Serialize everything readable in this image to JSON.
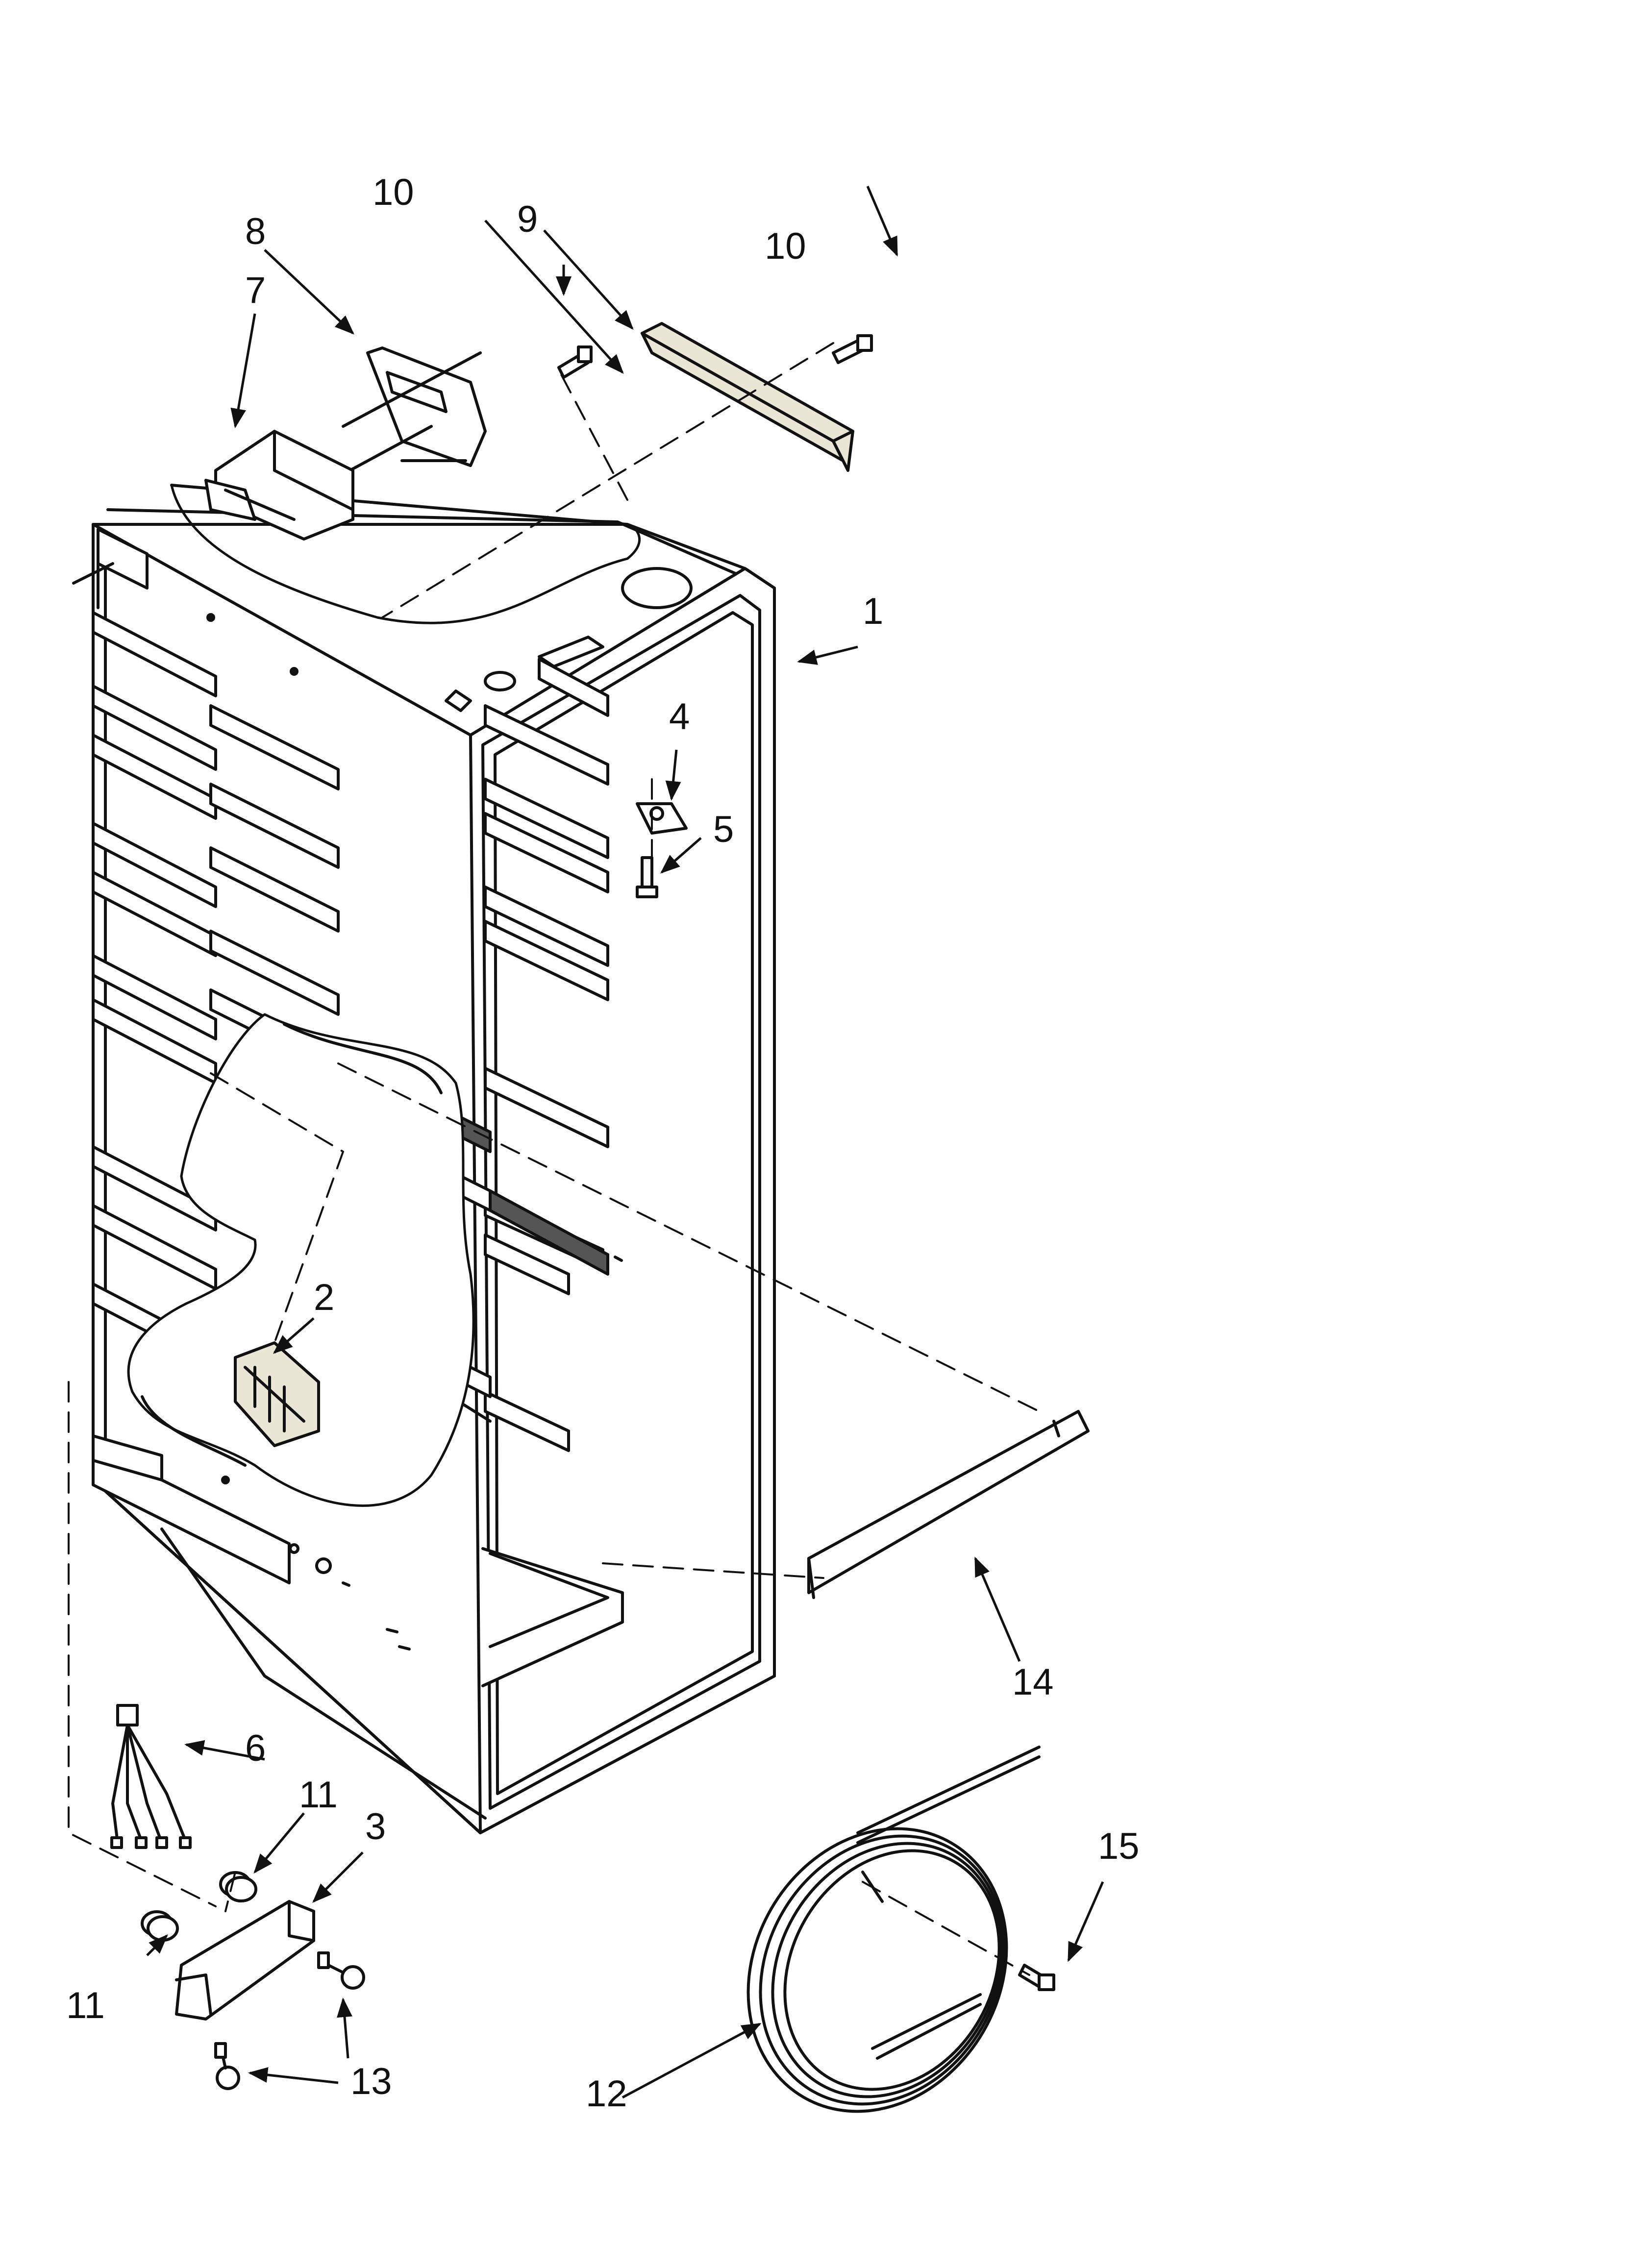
{
  "diagram": {
    "callouts": [
      {
        "id": "c1",
        "label": "1"
      },
      {
        "id": "c2",
        "label": "2"
      },
      {
        "id": "c3",
        "label": "3"
      },
      {
        "id": "c4",
        "label": "4"
      },
      {
        "id": "c5",
        "label": "5"
      },
      {
        "id": "c6",
        "label": "6"
      },
      {
        "id": "c7",
        "label": "7"
      },
      {
        "id": "c8",
        "label": "8"
      },
      {
        "id": "c9",
        "label": "9"
      },
      {
        "id": "c10a",
        "label": "10"
      },
      {
        "id": "c10b",
        "label": "10"
      },
      {
        "id": "c11a",
        "label": "11"
      },
      {
        "id": "c11b",
        "label": "11"
      },
      {
        "id": "c12",
        "label": "12"
      },
      {
        "id": "c13",
        "label": "13"
      },
      {
        "id": "c14",
        "label": "14"
      },
      {
        "id": "c15",
        "label": "15"
      }
    ],
    "colors": {
      "line": "#111111",
      "part_fill": "#ffffff",
      "rail_fill": "#e9e6d6",
      "shade": "#d9d9d9"
    }
  }
}
